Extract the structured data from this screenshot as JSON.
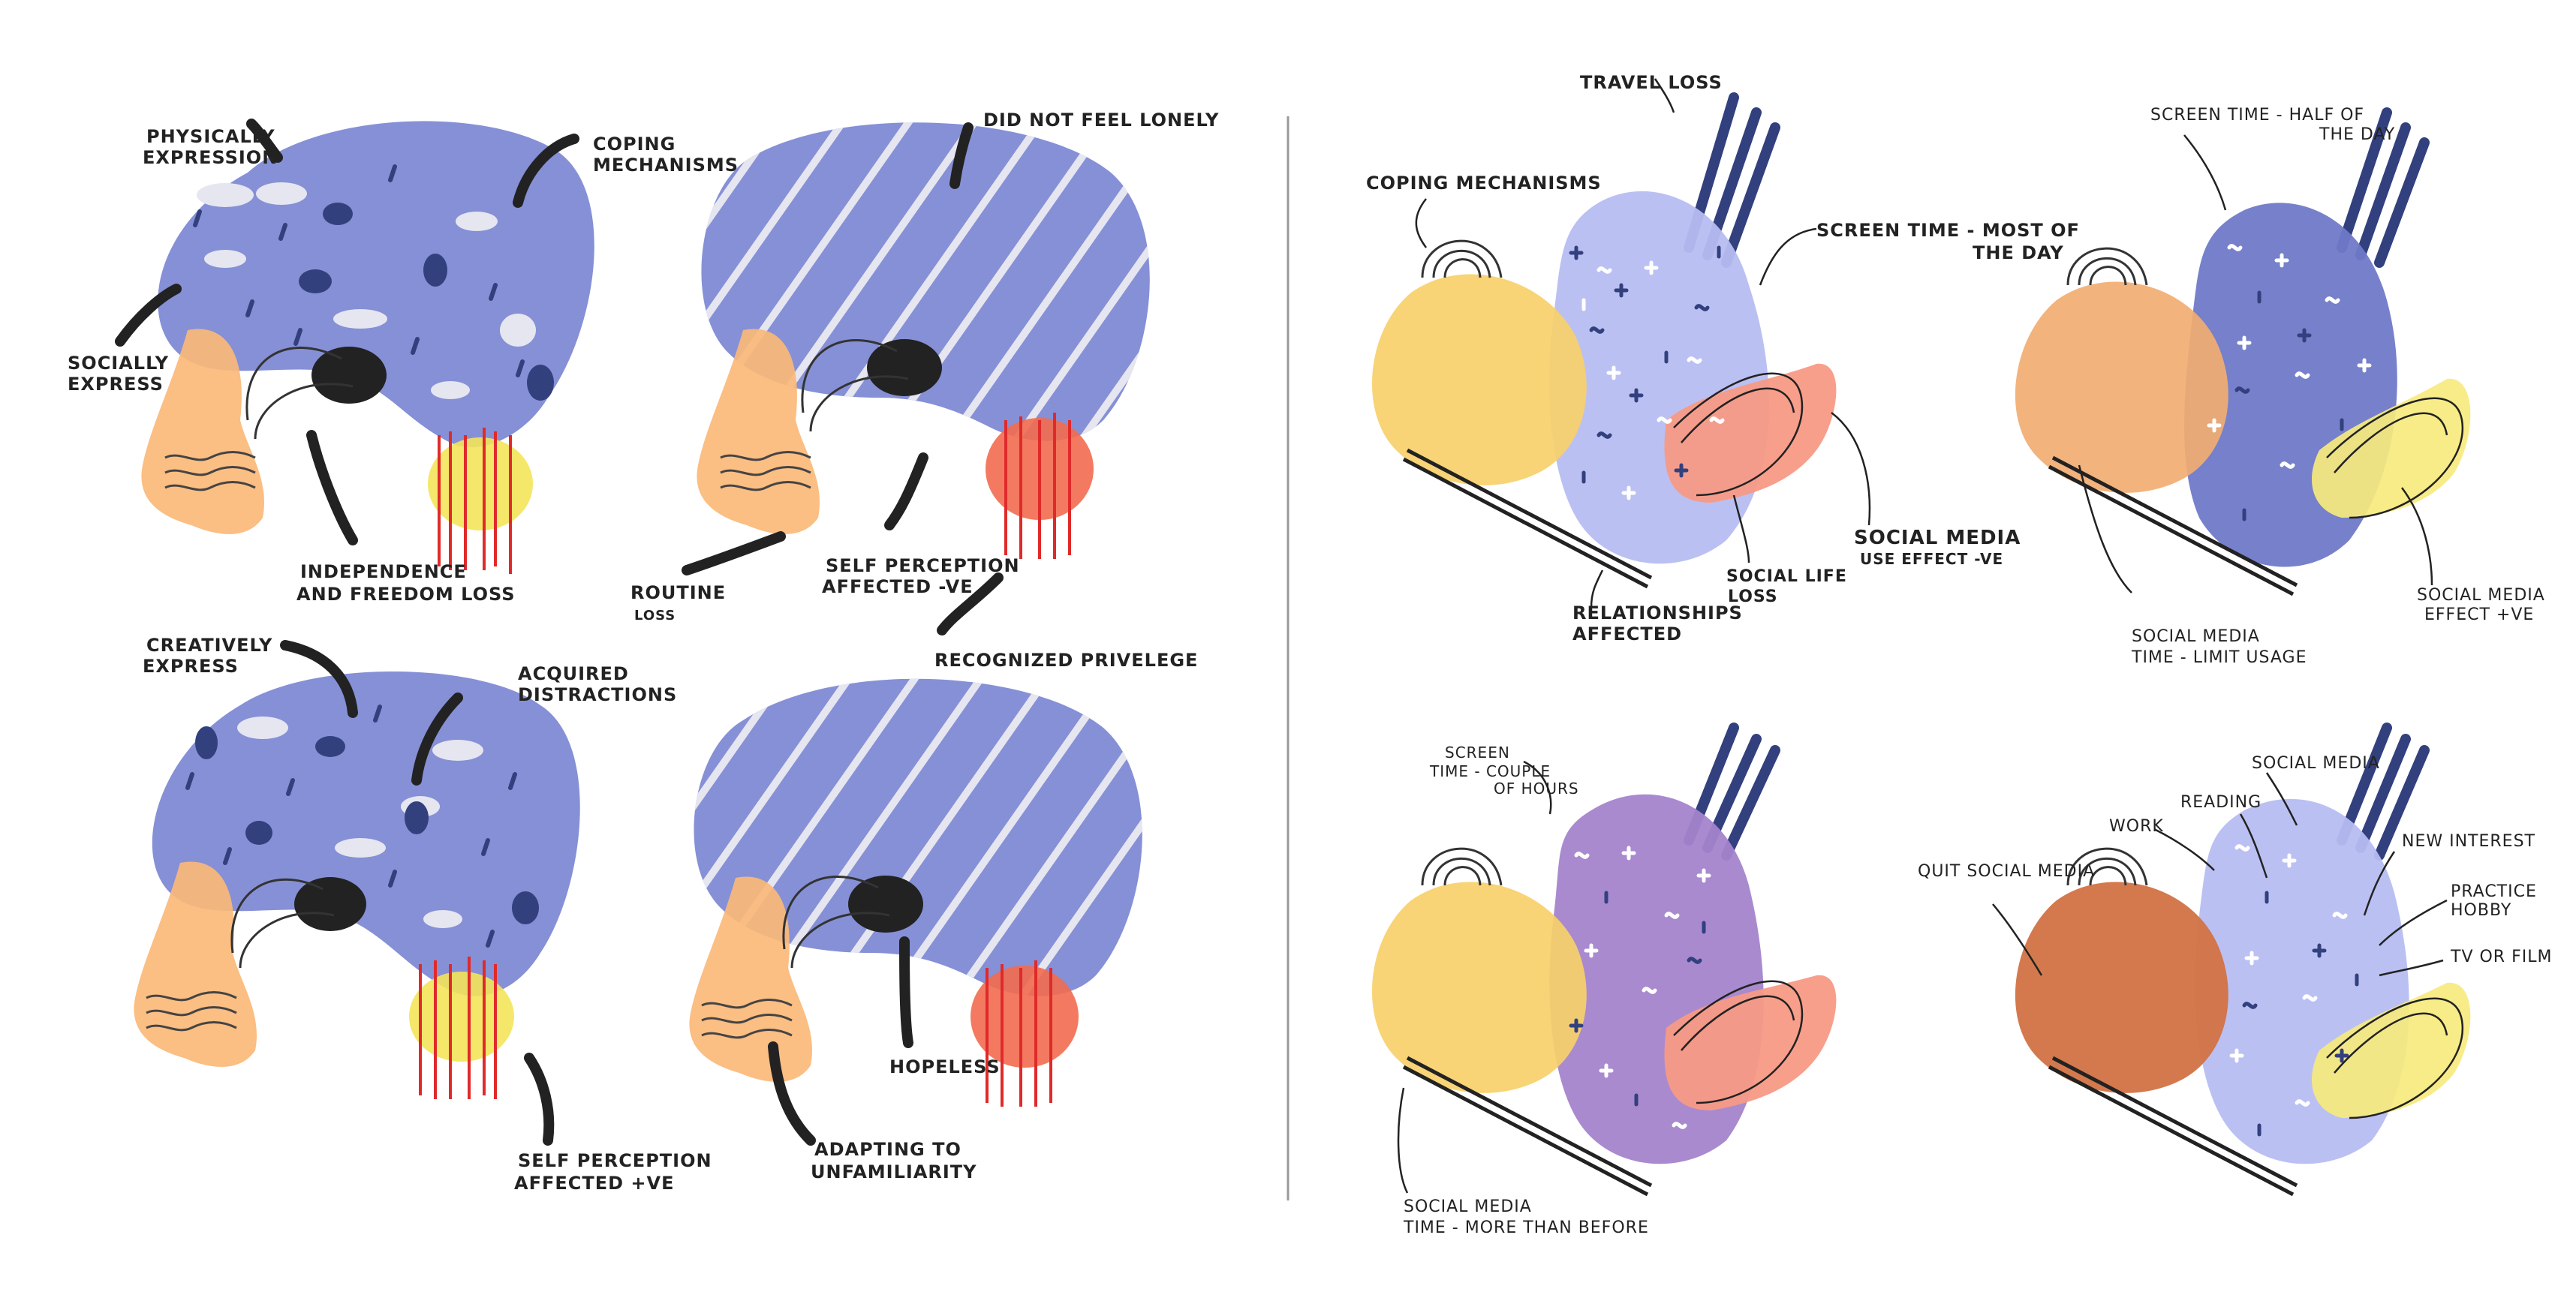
{
  "left_panel": {
    "figure_1": {
      "physically_expression": [
        "PHYSICALLY",
        "EXPRESSION"
      ],
      "coping_mechanisms": [
        "COPING",
        "MECHANISMS"
      ],
      "socially_express": [
        "SOCIALLY",
        "EXPRESS"
      ],
      "independence_loss": [
        "INDEPENDENCE",
        "AND FREEDOM LOSS"
      ]
    },
    "figure_2": {
      "did_not_feel_lonely": "DID NOT FEEL LONELY",
      "routine_loss": [
        "ROUTINE",
        "LOSS"
      ],
      "self_perception_neg": [
        "SELF PERCEPTION",
        "AFFECTED -VE"
      ],
      "recognized_privelege": "RECOGNIZED PRIVELEGE"
    },
    "figure_3": {
      "creatively_express": [
        "CREATIVELY",
        "EXPRESS"
      ],
      "acquired_distractions": [
        "ACQUIRED",
        "DISTRACTIONS"
      ],
      "self_perception_pos": [
        "SELF PERCEPTION",
        "AFFECTED +VE"
      ]
    },
    "figure_4": {
      "hopeless": "HOPELESS",
      "adapting": [
        "ADAPTING TO",
        "UNFAMILIARITY"
      ]
    }
  },
  "right_panel": {
    "figure_1": {
      "travel_loss": "TRAVEL LOSS",
      "coping_mechanisms": "COPING MECHANISMS",
      "screen_time": [
        "SCREEN TIME - MOST OF",
        "THE DAY"
      ],
      "social_media_use": [
        "SOCIAL MEDIA",
        "USE EFFECT -VE"
      ],
      "social_life_loss": [
        "SOCIAL LIFE",
        "LOSS"
      ],
      "relationships": [
        "RELATIONSHIPS",
        "AFFECTED"
      ]
    },
    "figure_2": {
      "screen_time_half": [
        "SCREEN TIME - HALF OF",
        "THE DAY"
      ],
      "social_media_effect": [
        "SOCIAL MEDIA",
        "EFFECT +VE"
      ],
      "social_media_time_limit": [
        "SOCIAL MEDIA",
        "TIME - LIMIT USAGE"
      ]
    },
    "figure_3": {
      "screen_time_couple": [
        "SCREEN",
        "TIME - COUPLE",
        "OF HOURS"
      ],
      "social_media_more": [
        "SOCIAL MEDIA",
        "TIME - MORE THAN BEFORE"
      ]
    },
    "figure_4": {
      "social_media": "SOCIAL MEDIA",
      "reading": "READING",
      "work": "WORK",
      "new_interest": "NEW INTEREST",
      "quit_social_media": "QUIT SOCIAL MEDIA",
      "practice_hobby": [
        "PRACTICE",
        "HOBBY"
      ],
      "tv_or_film": "TV OR FILM"
    }
  },
  "colors": {
    "brain_blue": "#8690d6",
    "head_orange": "#fbb978",
    "eye_black": "#222222",
    "spot_yellow": "#f4e45a",
    "spot_red": "#f26b4f",
    "wire_red": "#e02a2a",
    "blob_lavender": "#b7bdf2",
    "blob_indigo": "#6f79c8",
    "blob_purple": "#a484cc",
    "blob_yellow": "#f7d06a",
    "blob_orange": "#f2ad72",
    "blob_rust": "#d27243",
    "blob_coral": "#f79a85",
    "blob_lemon": "#f6ea7e",
    "fork_navy": "#33407e",
    "divider": "#9a9a9a"
  }
}
